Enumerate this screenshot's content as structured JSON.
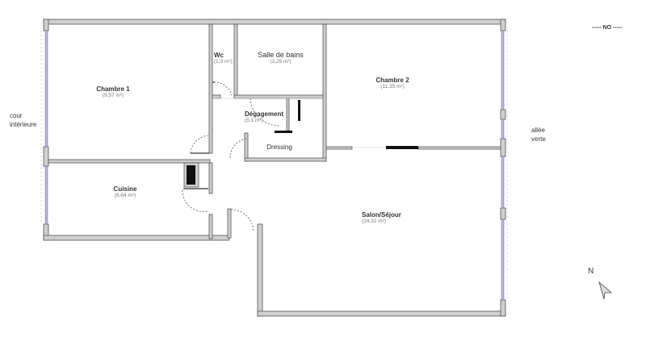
{
  "plan": {
    "colors": {
      "wall_fill": "#cfcfcf",
      "wall_stroke": "#555555",
      "window": "#b8b8e0",
      "door_arc": "#555555",
      "closet_black": "#111111"
    },
    "rooms": [
      {
        "name": "Chambre 1",
        "area": "(9,57 m²)"
      },
      {
        "name": "Wc",
        "area": "(1,3 m²)"
      },
      {
        "name": "Salle de bains",
        "area": "(3,29 m²)"
      },
      {
        "name": "Chambre 2",
        "area": "(11,35 m²)"
      },
      {
        "name": "Dégagement",
        "area": "(5,1 m²)"
      },
      {
        "name": "Dressing",
        "area": ""
      },
      {
        "name": "Cuisine",
        "area": "(6,64 m²)"
      },
      {
        "name": "Salon/Séjour",
        "area": "(24,32 m²)"
      }
    ],
    "exterior_labels": {
      "left_line1": "cour",
      "left_line2": "intérieure",
      "right_line1": "allée",
      "right_line2": "verte"
    },
    "orientation_label": "----- NO -----",
    "north_label": "N"
  }
}
